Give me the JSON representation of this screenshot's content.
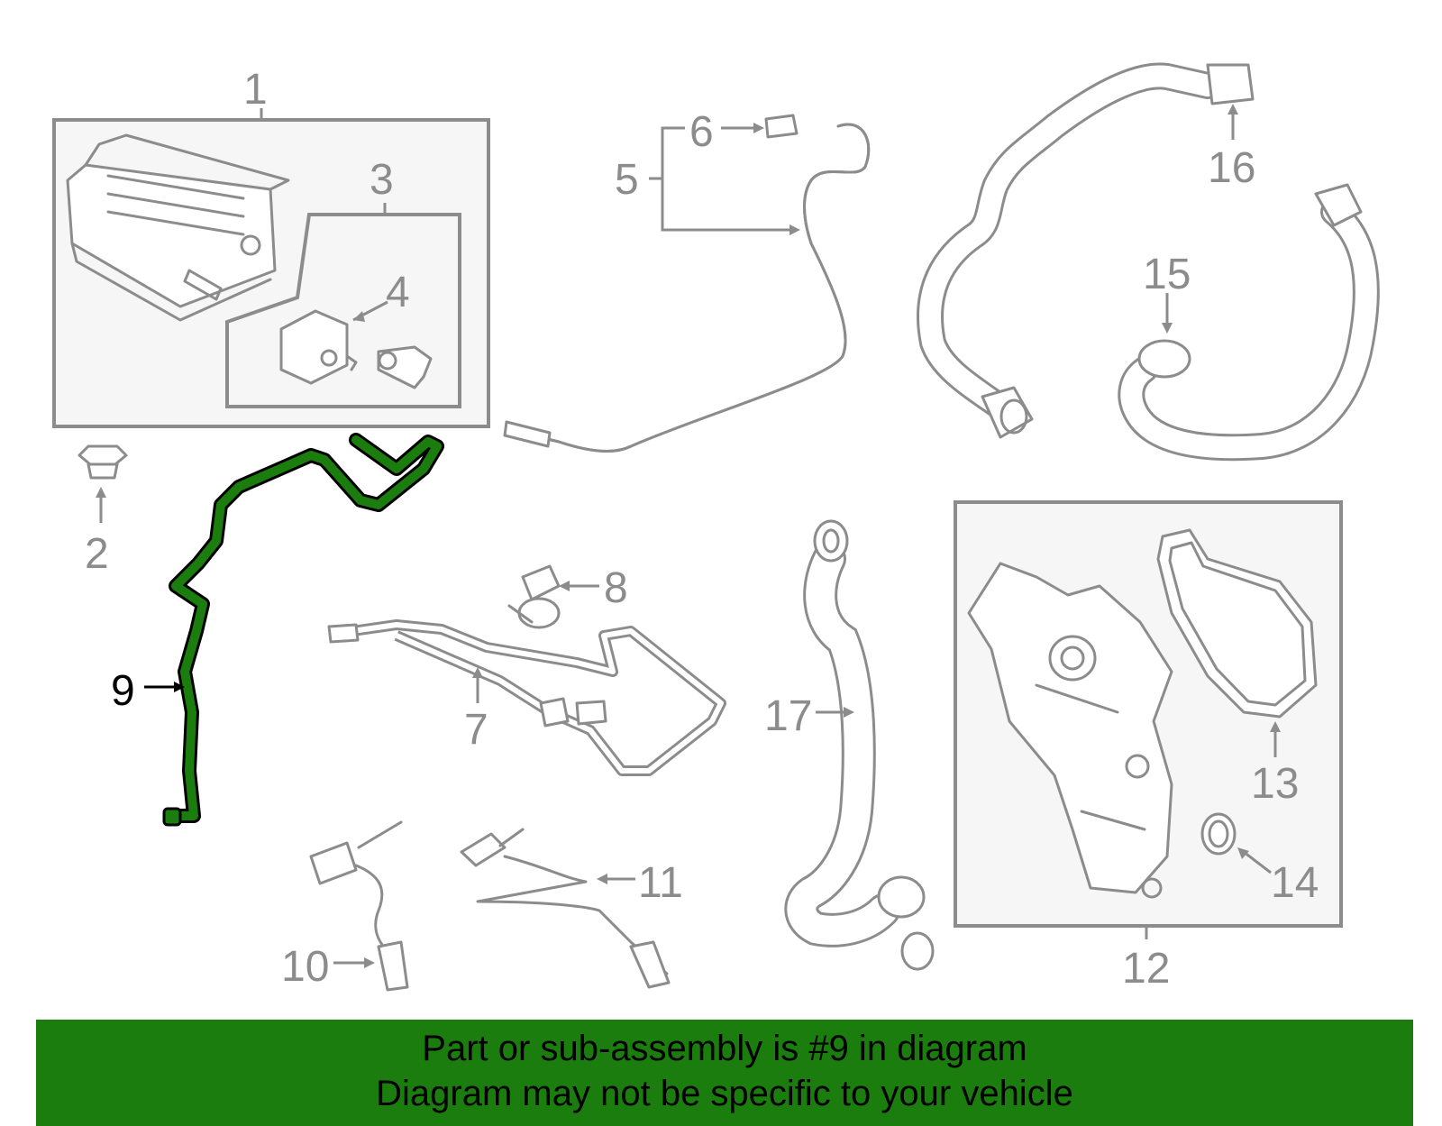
{
  "callouts": {
    "c1": "1",
    "c2": "2",
    "c3": "3",
    "c4": "4",
    "c5": "5",
    "c6": "6",
    "c7": "7",
    "c8": "8",
    "c9": "9",
    "c10": "10",
    "c11": "11",
    "c12": "12",
    "c13": "13",
    "c14": "14",
    "c15": "15",
    "c16": "16",
    "c17": "17"
  },
  "highlight": {
    "part_number": "9",
    "color": "#1b7d0d"
  },
  "banner": {
    "line1": "Part or sub-assembly is #9 in diagram",
    "line2": "Diagram may not be specific to your vehicle",
    "background": "#1b7d0d"
  }
}
